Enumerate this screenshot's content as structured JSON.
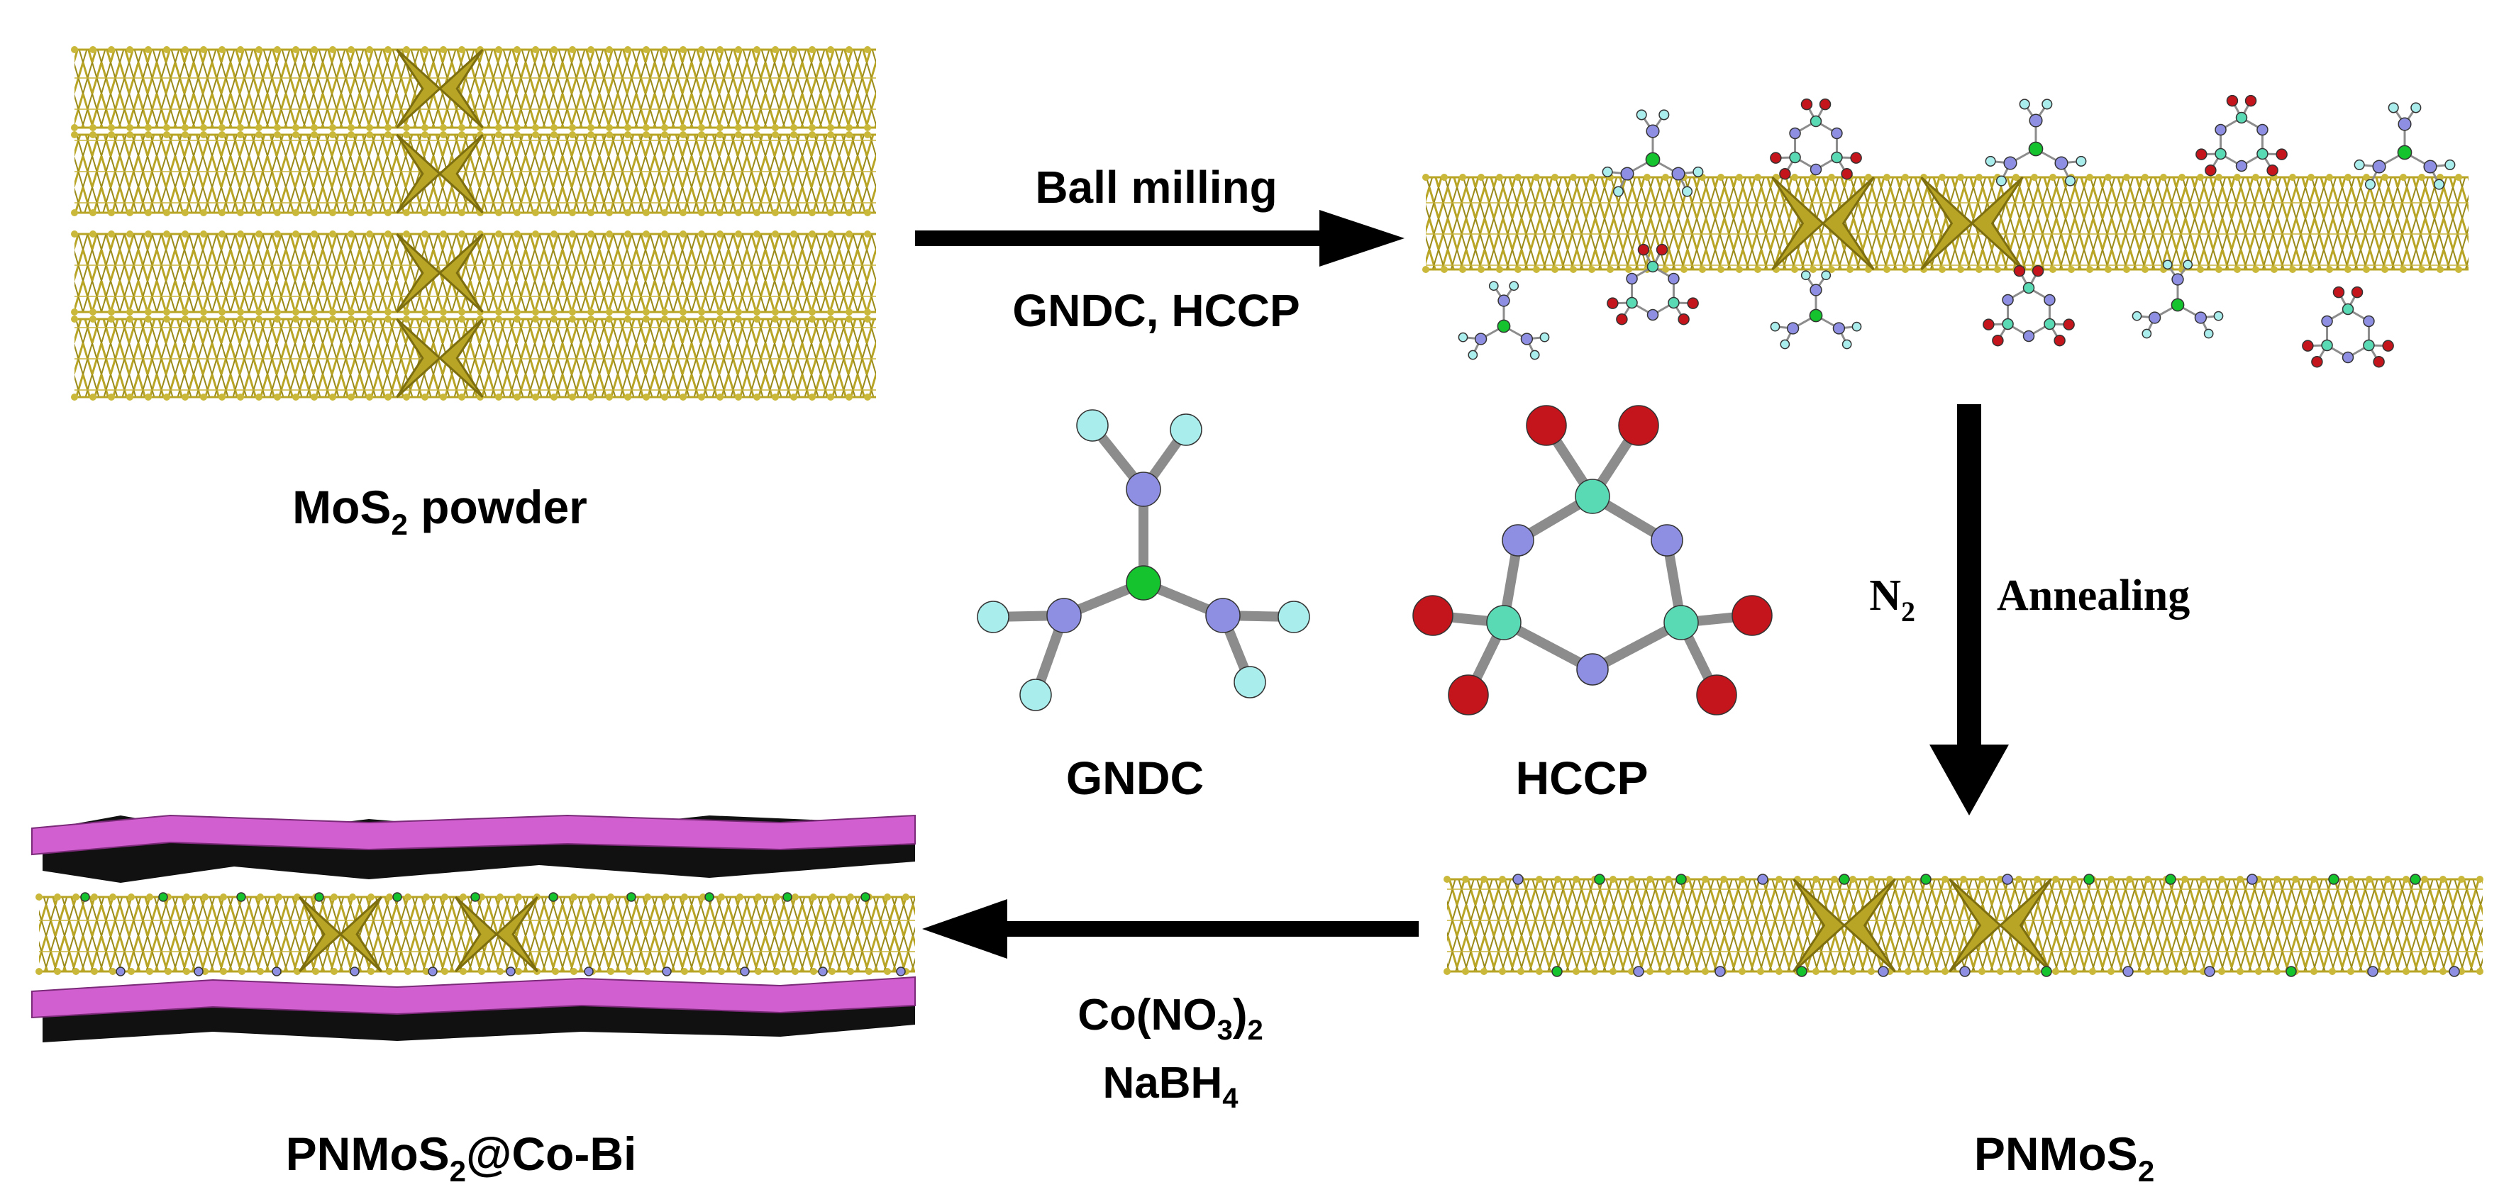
{
  "labels": {
    "mos2_powder": {
      "main": "MoS",
      "sub": "2",
      "tail": " powder"
    },
    "pnmos2": {
      "main": "PNMoS",
      "sub": "2"
    },
    "pnmos2_cobi": {
      "main": "PNMoS",
      "sub": "2",
      "tail": "@Co-Bi"
    },
    "gndc": "GNDC",
    "hccp": "HCCP"
  },
  "steps": {
    "ball_milling": {
      "top": "Ball milling",
      "bottom": "GNDC,  HCCP"
    },
    "annealing": {
      "gas_main": "N",
      "gas_sub": "2",
      "text": "Annealing"
    },
    "reduction": {
      "line1": {
        "main": "Co(NO",
        "sub": "3",
        "tail": ")",
        "sub2": "2"
      },
      "line2": {
        "main": "NaBH",
        "sub": "4"
      }
    }
  },
  "colors": {
    "mos2_layer": "#b8a526",
    "mos2_dark": "#7d6e10",
    "atom_sulfur": "#c9b83a",
    "cobi_layer": "#d15fcf",
    "cobi_shadow": "#111111",
    "atom_nitrogen": "#8e8fe3",
    "atom_carbon": "#14c32e",
    "atom_hydrogen": "#a9eded",
    "atom_phosphorus": "#59d9b4",
    "atom_chlorine": "#c3151b",
    "bond": "#8c8c8c",
    "arrow": "#000000"
  }
}
